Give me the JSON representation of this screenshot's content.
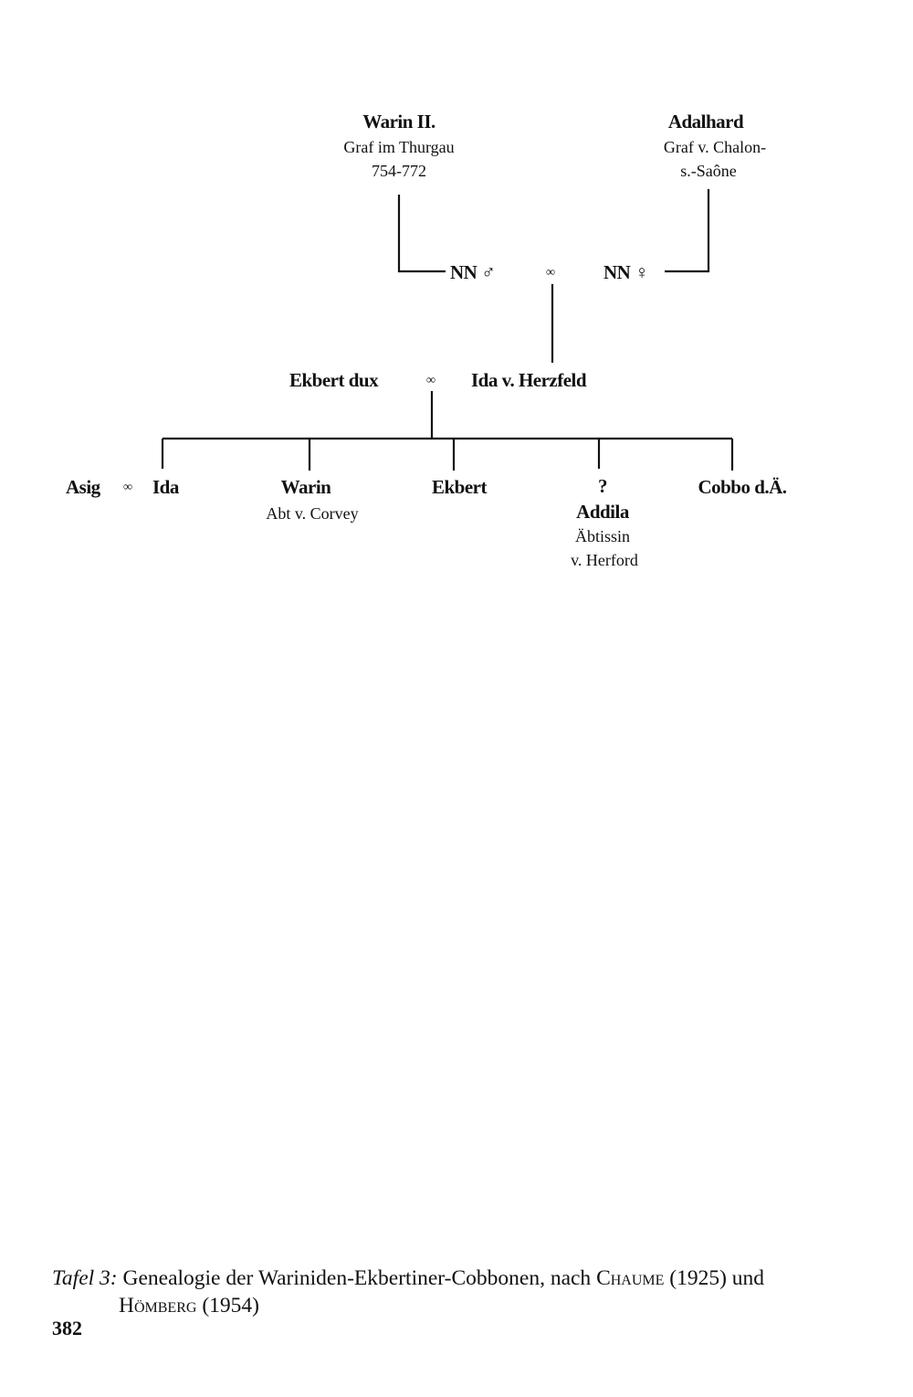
{
  "nodes": {
    "warin": {
      "name": "Warin II.",
      "line1": "Graf im Thurgau",
      "line2": "754-772"
    },
    "adalhard": {
      "name": "Adalhard",
      "line1": "Graf v. Chalon-",
      "line2": "s.-Saône"
    },
    "nn_m": {
      "name": "NN ♂"
    },
    "nn_f": {
      "name": "NN ♀"
    },
    "ekbert_dux": {
      "name": "Ekbert dux"
    },
    "ida_herzfeld": {
      "name": "Ida v. Herzfeld"
    },
    "asig": {
      "name": "Asig"
    },
    "ida": {
      "name": "Ida"
    },
    "warin_abt": {
      "name": "Warin",
      "line1": "Abt v. Corvey"
    },
    "ekbert": {
      "name": "Ekbert"
    },
    "addila": {
      "mark": "?",
      "name": "Addila",
      "line1": "Äbtissin",
      "line2": "v. Herford"
    },
    "cobbo": {
      "name": "Cobbo d.Ä."
    }
  },
  "marriage_symbol": "∞",
  "caption": {
    "label": "Tafel 3:",
    "text_part1": "Genealogie der Wariniden-Ekbertiner-Cobbonen, nach",
    "author1": "Chaume",
    "year1": "(1925) und",
    "author2": "Hömberg",
    "year2": "(1954)"
  },
  "page_number": "382"
}
